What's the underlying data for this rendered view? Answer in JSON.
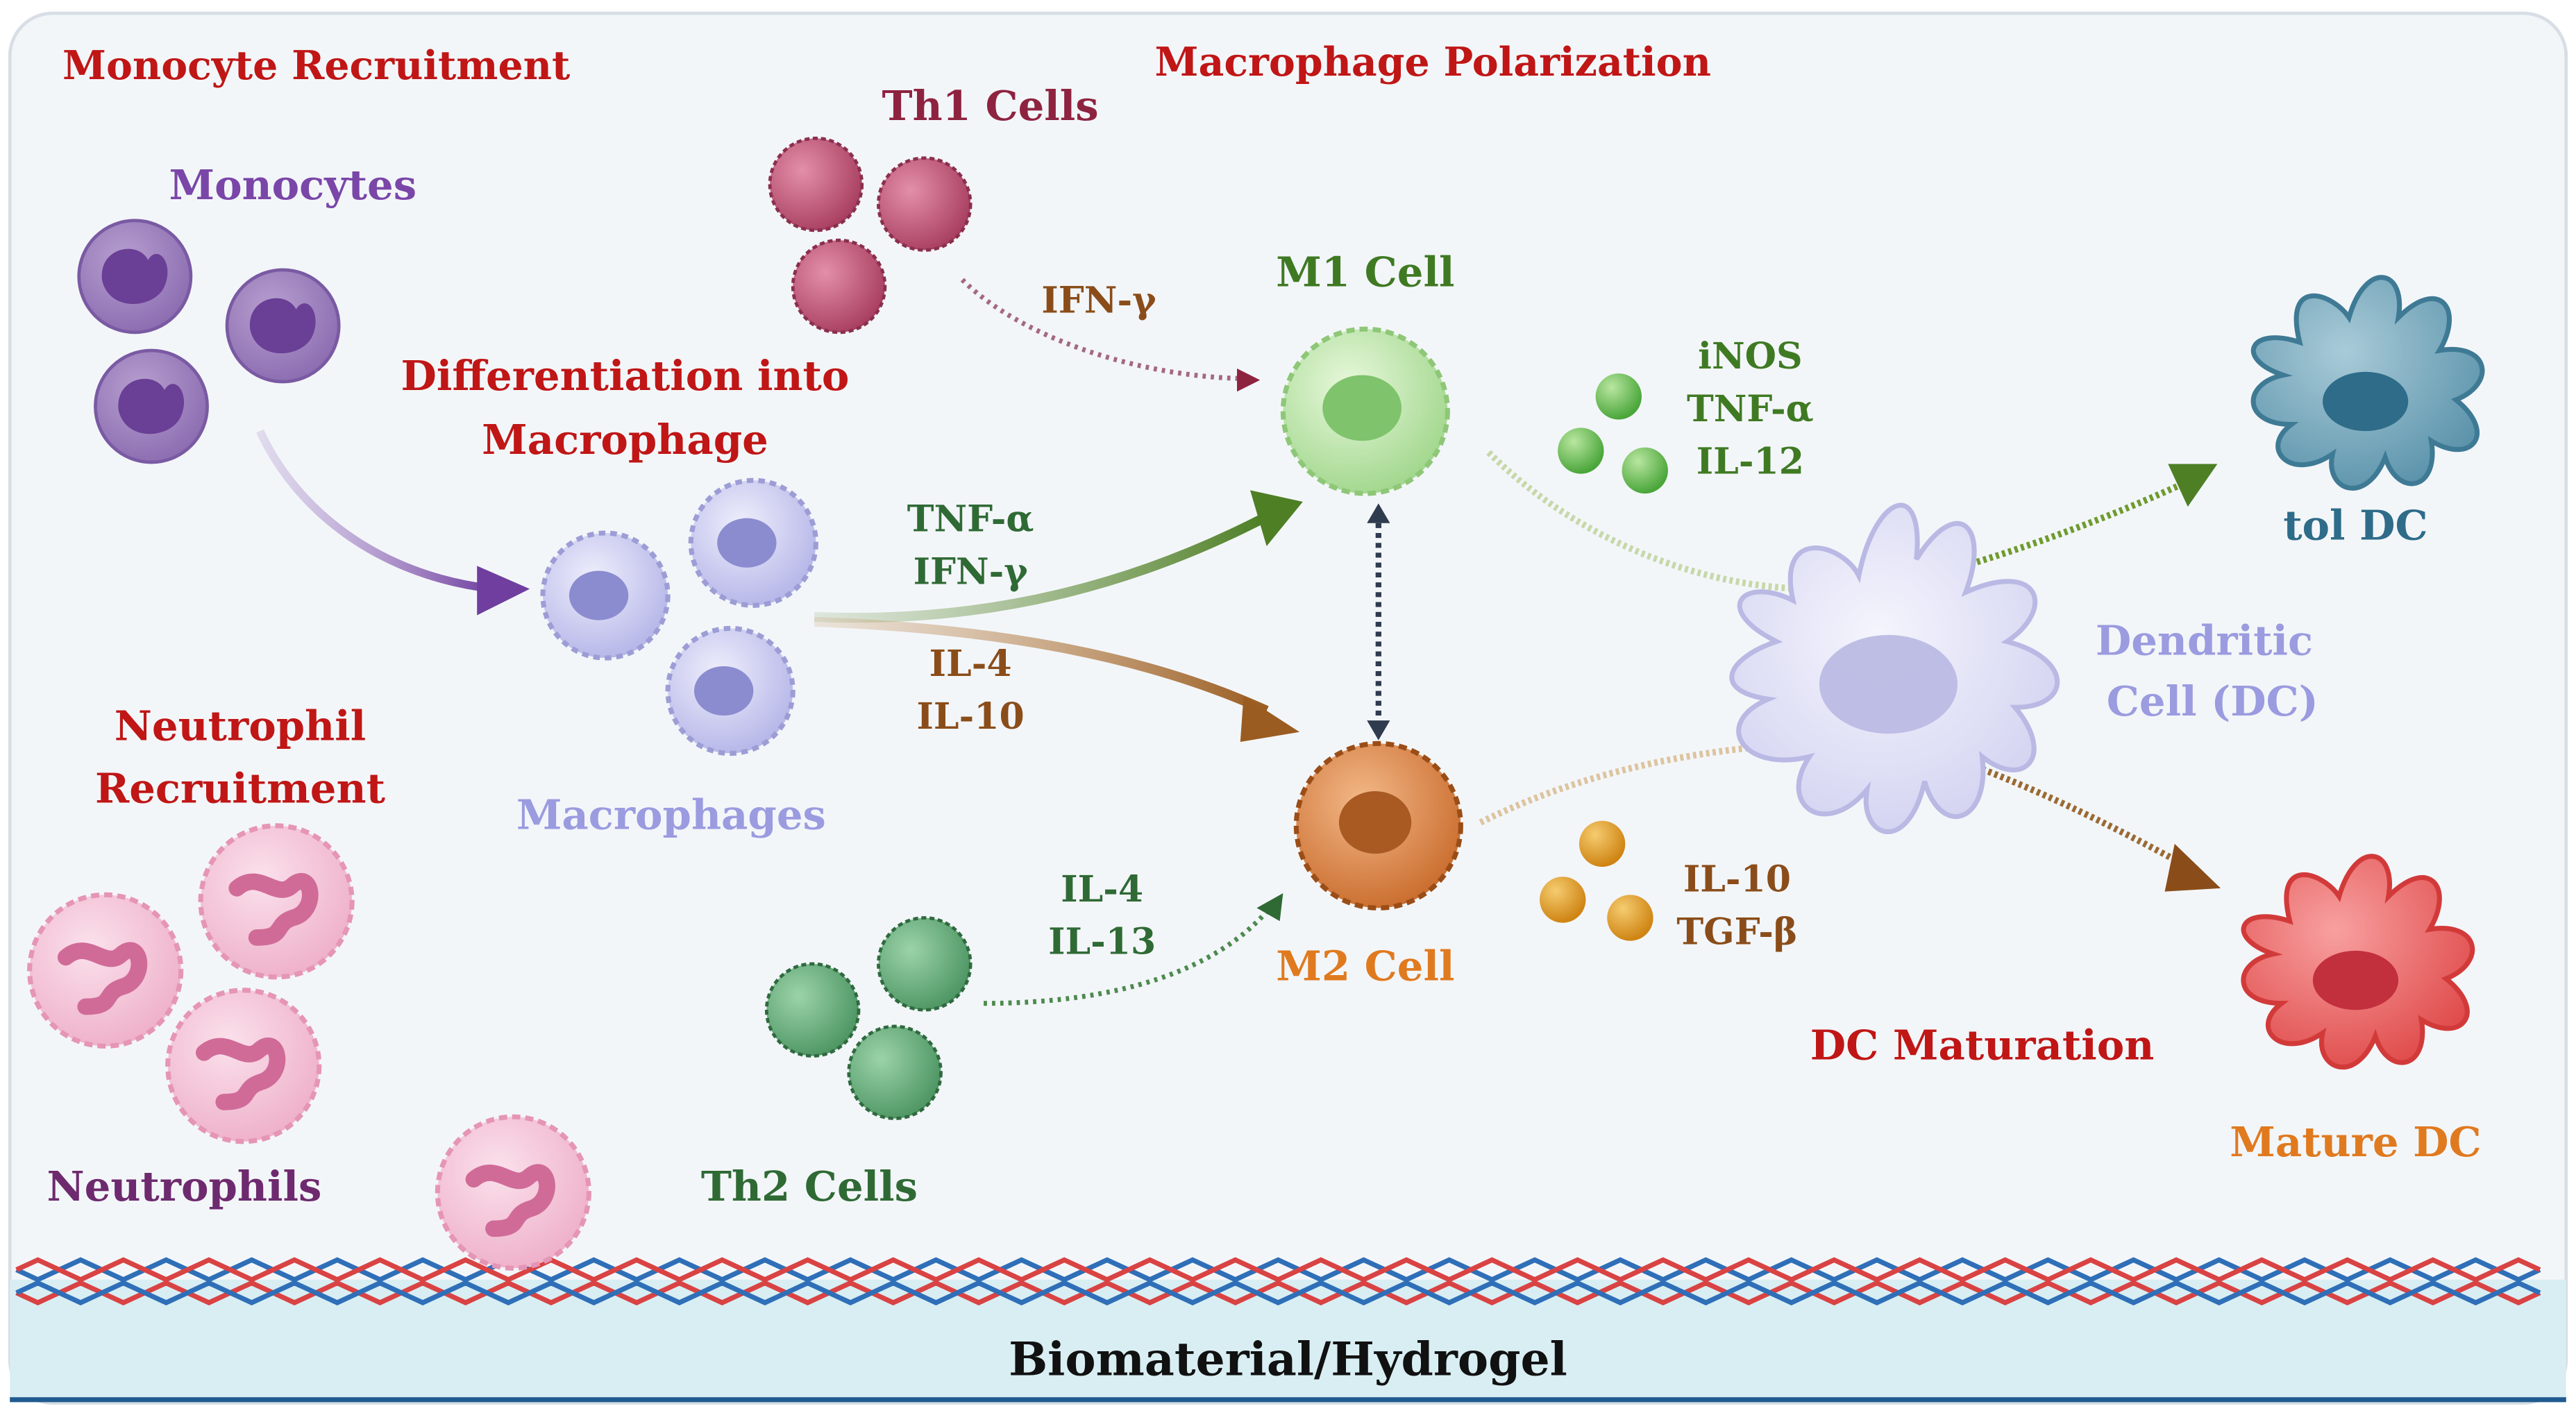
{
  "colors": {
    "panel_bg": "#f3f6f9",
    "red_title": "#c01616",
    "purple": "#7a46a8",
    "dark_purple": "#6e2a6e",
    "lavender": "#9b9be0",
    "green": "#3f7a23",
    "dark_green": "#2f6a35",
    "orange": "#e07a1f",
    "brown": "#8a4d1a",
    "maroon": "#8e2340",
    "teal": "#2e6c89",
    "hydrogel_bg": "#d8eef3"
  },
  "headings": {
    "monocyte_recruitment": "Monocyte Recruitment",
    "macrophage_polarization": "Macrophage Polarization",
    "differentiation_line1": "Differentiation into",
    "differentiation_line2": "Macrophage",
    "neutrophil_line1": "Neutrophil",
    "neutrophil_line2": "Recruitment",
    "dc_maturation": "DC Maturation"
  },
  "cells": {
    "monocytes": "Monocytes",
    "macrophages": "Macrophages",
    "neutrophils": "Neutrophils",
    "th1": "Th1 Cells",
    "th2": "Th2 Cells",
    "m1": "M1 Cell",
    "m2": "M2 Cell",
    "dc_line1": "Dendritic",
    "dc_line2": "Cell (DC)",
    "tol_dc": "tol DC",
    "mature_dc": "Mature DC"
  },
  "cytokines": {
    "th1_signal": "IFN-γ",
    "m1_inducers_1": "TNF-α",
    "m1_inducers_2": "IFN-γ",
    "m2_inducers_1": "IL-4",
    "m2_inducers_2": "IL-10",
    "th2_signal_1": "IL-4",
    "th2_signal_2": "IL-13",
    "m1_secreted_1": "iNOS",
    "m1_secreted_2": "TNF-α",
    "m1_secreted_3": "IL-12",
    "m2_secreted_1": "IL-10",
    "m2_secreted_2": "TGF-β"
  },
  "substrate": {
    "label": "Biomaterial/Hydrogel"
  },
  "icons": [
    "monocyte-icon",
    "macrophage-icon",
    "neutrophil-icon",
    "th1-cell-icon",
    "th2-cell-icon",
    "m1-cell-icon",
    "m2-cell-icon",
    "dendritic-cell-icon",
    "tol-dc-icon",
    "mature-dc-icon",
    "cytokine-bead-icon",
    "fiber-network-icon"
  ]
}
